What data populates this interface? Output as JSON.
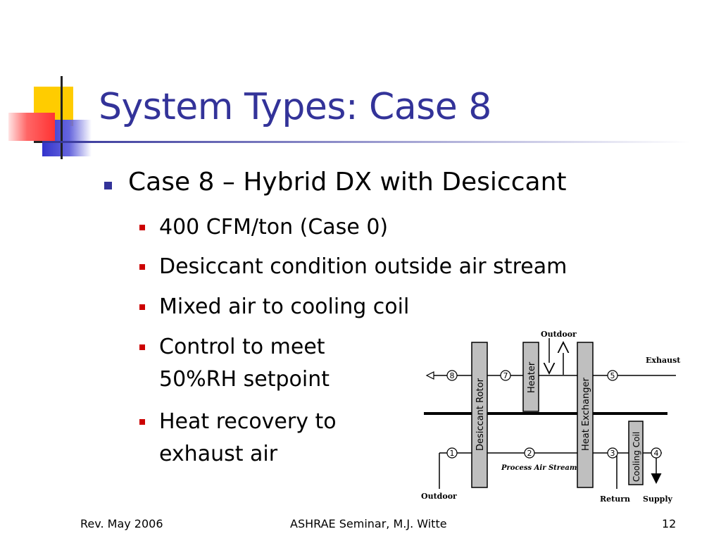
{
  "slide": {
    "title": "System Types: Case 8",
    "bullets": [
      {
        "text": "Case 8 – Hybrid DX with Desiccant"
      }
    ],
    "sub_bullets": [
      {
        "lines": [
          "400 CFM/ton (Case 0)"
        ]
      },
      {
        "lines": [
          "Desiccant condition outside air stream"
        ]
      },
      {
        "lines": [
          "Mixed air to cooling coil"
        ]
      },
      {
        "lines": [
          "Control to meet",
          "50%RH setpoint"
        ]
      },
      {
        "lines": [
          "Heat recovery to",
          "exhaust air"
        ]
      }
    ]
  },
  "diagram": {
    "components": {
      "desiccant_rotor": "Desiccant Rotor",
      "heater": "Heater",
      "heat_exchanger": "Heat Exchanger",
      "cooling_coil": "Cooling Coil"
    },
    "labels": {
      "outdoor_top": "Outdoor",
      "exhaust": "Exhaust",
      "outdoor_bottom": "Outdoor",
      "return": "Return",
      "supply": "Supply",
      "process_air_stream": "Process Air Stream"
    },
    "points": {
      "p1": "1",
      "p2": "2",
      "p3": "3",
      "p4": "4",
      "p5": "5",
      "p7": "7",
      "p8": "8"
    }
  },
  "footer": {
    "left": "Rev. May 2006",
    "center": "ASHRAE Seminar, M.J. Witte",
    "right": "12"
  },
  "colors": {
    "title": "#333399",
    "bullet_level1": "#333399",
    "bullet_level2": "#cc0000",
    "component_fill": "#bfbfbf",
    "logo_yellow": "#ffcc00",
    "logo_blue": "#3333cc",
    "logo_red": "#ff3333"
  }
}
